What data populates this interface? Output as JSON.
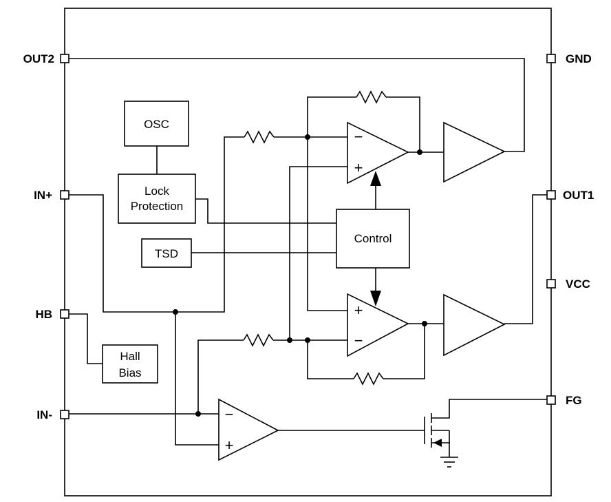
{
  "pins": {
    "out2": "OUT2",
    "gnd": "GND",
    "in_plus": "IN+",
    "out1": "OUT1",
    "vcc": "VCC",
    "hb": "HB",
    "in_minus": "IN-",
    "fg": "FG"
  },
  "blocks": {
    "osc": "OSC",
    "lock_line1": "Lock",
    "lock_line2": "Protection",
    "tsd": "TSD",
    "control": "Control",
    "hall_line1": "Hall",
    "hall_line2": "Bias"
  },
  "signs": {
    "minus": "−",
    "plus": "+"
  }
}
